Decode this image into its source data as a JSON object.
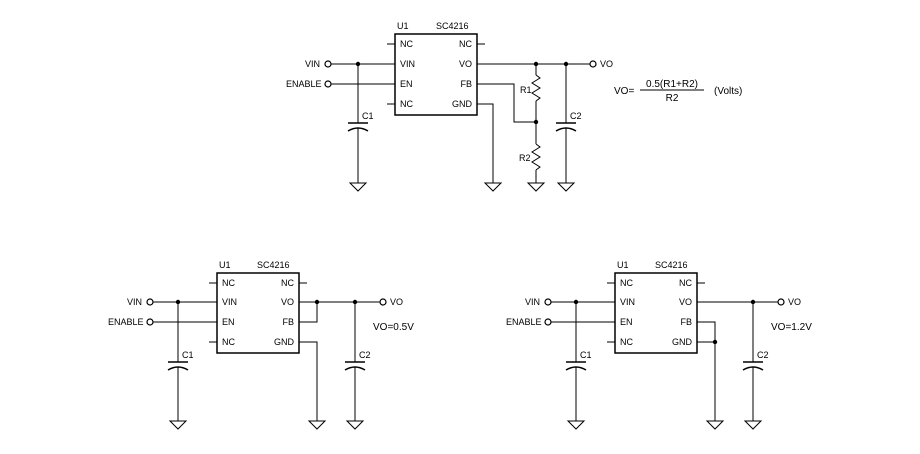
{
  "circuit_top": {
    "ref": "U1",
    "part": "SC4216",
    "pins_left": [
      "NC",
      "VIN",
      "EN",
      "NC"
    ],
    "pins_right": [
      "NC",
      "VO",
      "FB",
      "GND"
    ],
    "input_vin": "VIN",
    "input_enable": "ENABLE",
    "output": "VO",
    "c1": "C1",
    "c2": "C2",
    "r1": "R1",
    "r2": "R2",
    "equation": {
      "lhs": "VO=",
      "numerator": "0.5(R1+R2)",
      "denominator": "R2",
      "unit": "(Volts)"
    }
  },
  "circuit_left": {
    "ref": "U1",
    "part": "SC4216",
    "pins_left": [
      "NC",
      "VIN",
      "EN",
      "NC"
    ],
    "pins_right": [
      "NC",
      "VO",
      "FB",
      "GND"
    ],
    "input_vin": "VIN",
    "input_enable": "ENABLE",
    "output": "VO",
    "c1": "C1",
    "c2": "C2",
    "vo_value": "VO=0.5V"
  },
  "circuit_right": {
    "ref": "U1",
    "part": "SC4216",
    "pins_left": [
      "NC",
      "VIN",
      "EN",
      "NC"
    ],
    "pins_right": [
      "NC",
      "VO",
      "FB",
      "GND"
    ],
    "input_vin": "VIN",
    "input_enable": "ENABLE",
    "output": "VO",
    "c1": "C1",
    "c2": "C2",
    "vo_value": "VO=1.2V"
  }
}
